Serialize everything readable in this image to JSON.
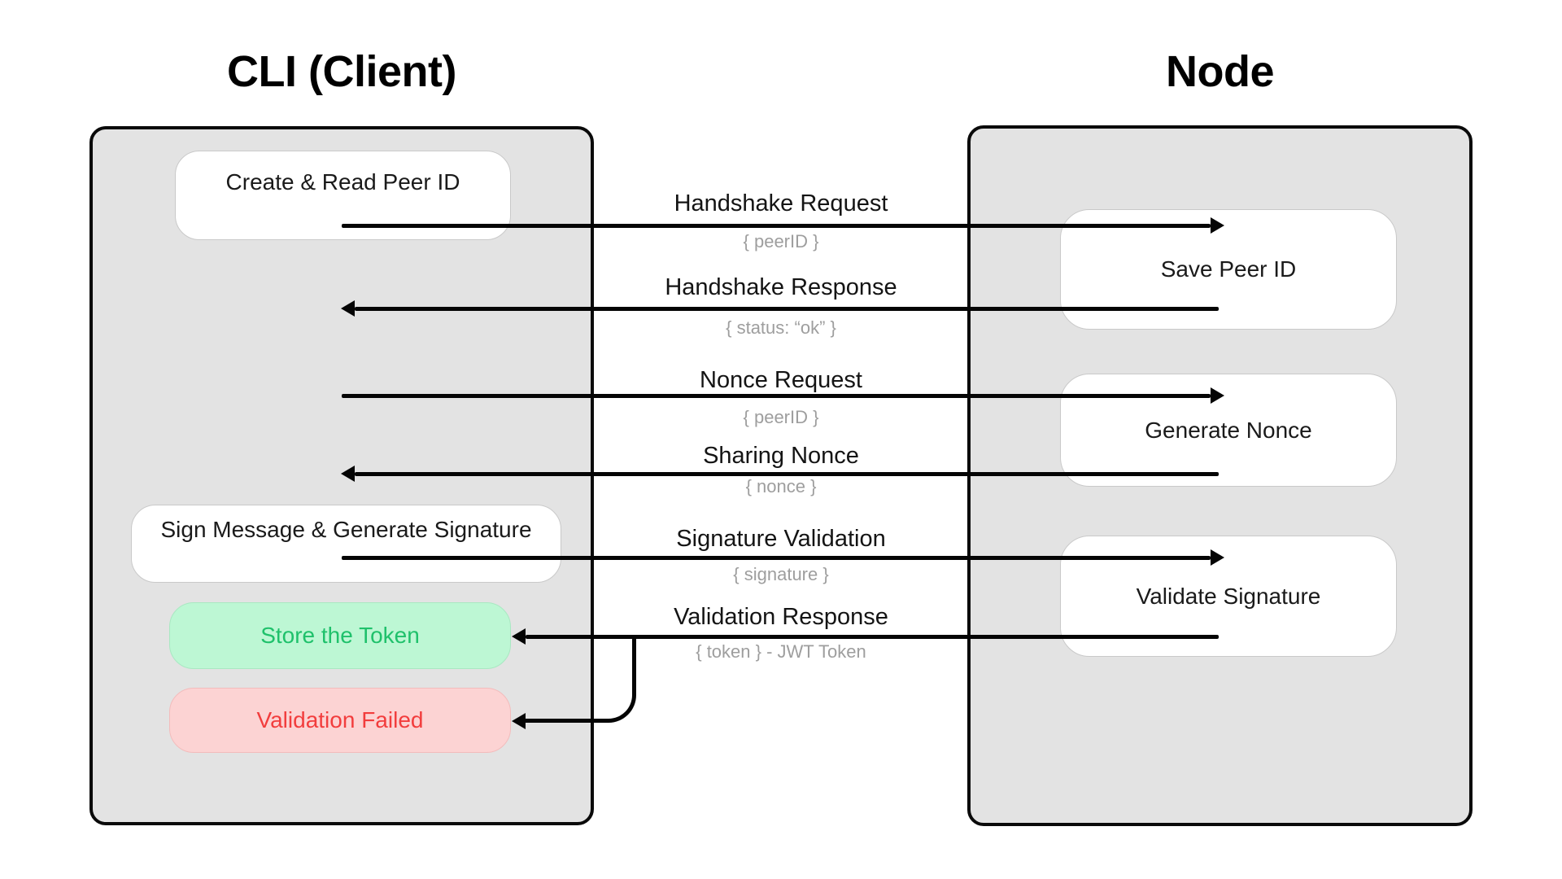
{
  "titles": {
    "client": "CLI (Client)",
    "node": "Node"
  },
  "client_boxes": {
    "create_peer": {
      "label": "Create & Read Peer ID"
    },
    "sign_message": {
      "label": "Sign Message & Generate Signature"
    },
    "store_token": {
      "label": "Store the Token",
      "status": "success"
    },
    "validation_failed": {
      "label": "Validation Failed",
      "status": "error"
    }
  },
  "node_boxes": {
    "save_peer": {
      "label": "Save Peer ID"
    },
    "generate_nonce": {
      "label": "Generate Nonce"
    },
    "validate_signature": {
      "label": "Validate Signature"
    }
  },
  "messages": {
    "handshake_request": {
      "label": "Handshake Request",
      "payload": "{ peerID }",
      "direction": "right"
    },
    "handshake_response": {
      "label": "Handshake Response",
      "payload": "{ status: “ok” }",
      "direction": "left"
    },
    "nonce_request": {
      "label": "Nonce Request",
      "payload": "{ peerID }",
      "direction": "right"
    },
    "sharing_nonce": {
      "label": "Sharing Nonce",
      "payload": "{ nonce }",
      "direction": "left"
    },
    "signature_validation": {
      "label": "Signature Validation",
      "payload": "{ signature }",
      "direction": "right"
    },
    "validation_response": {
      "label": "Validation Response",
      "payload": "{ token } - JWT Token",
      "direction": "left"
    }
  },
  "colors": {
    "lane_fill": "#e3e3e3",
    "lane_border": "#0a0a0a",
    "box_fill": "#ffffff",
    "box_border": "#c9c9c9",
    "success_fill": "#bdf7d4",
    "success_text": "#1fc16b",
    "error_fill": "#fcd3d3",
    "error_text": "#f23d3d",
    "arrow": "#050505",
    "payload_text": "#9e9e9e"
  }
}
